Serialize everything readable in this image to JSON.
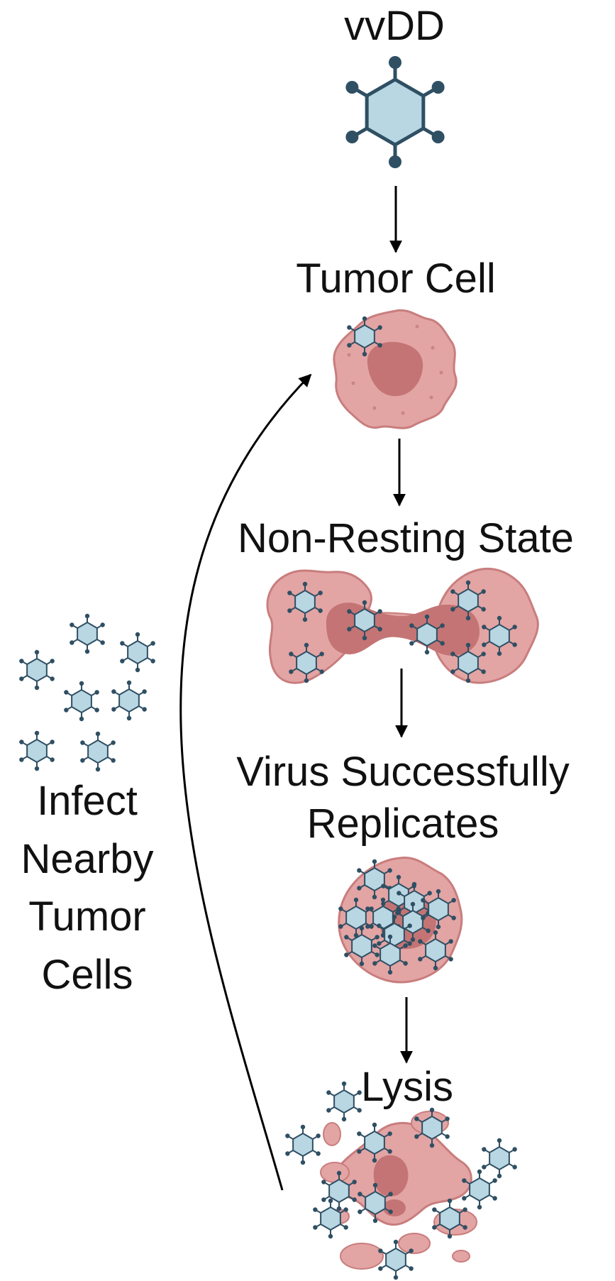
{
  "labels": {
    "virus": "vvDD",
    "tumor_cell": "Tumor Cell",
    "non_resting": "Non-Resting State",
    "replicates_line1": "Virus Successfully",
    "replicates_line2": "Replicates",
    "lysis": "Lysis",
    "infect_line1": "Infect",
    "infect_line2": "Nearby",
    "infect_line3": "Tumor",
    "infect_line4": "Cells"
  },
  "colors": {
    "virus_fill": "#b9d7e3",
    "virus_stroke": "#2f4f63",
    "cell_fill": "#e3a4a4",
    "cell_stroke": "#c97d7d",
    "nucleus_fill": "#c47474",
    "arrow": "#000000"
  }
}
